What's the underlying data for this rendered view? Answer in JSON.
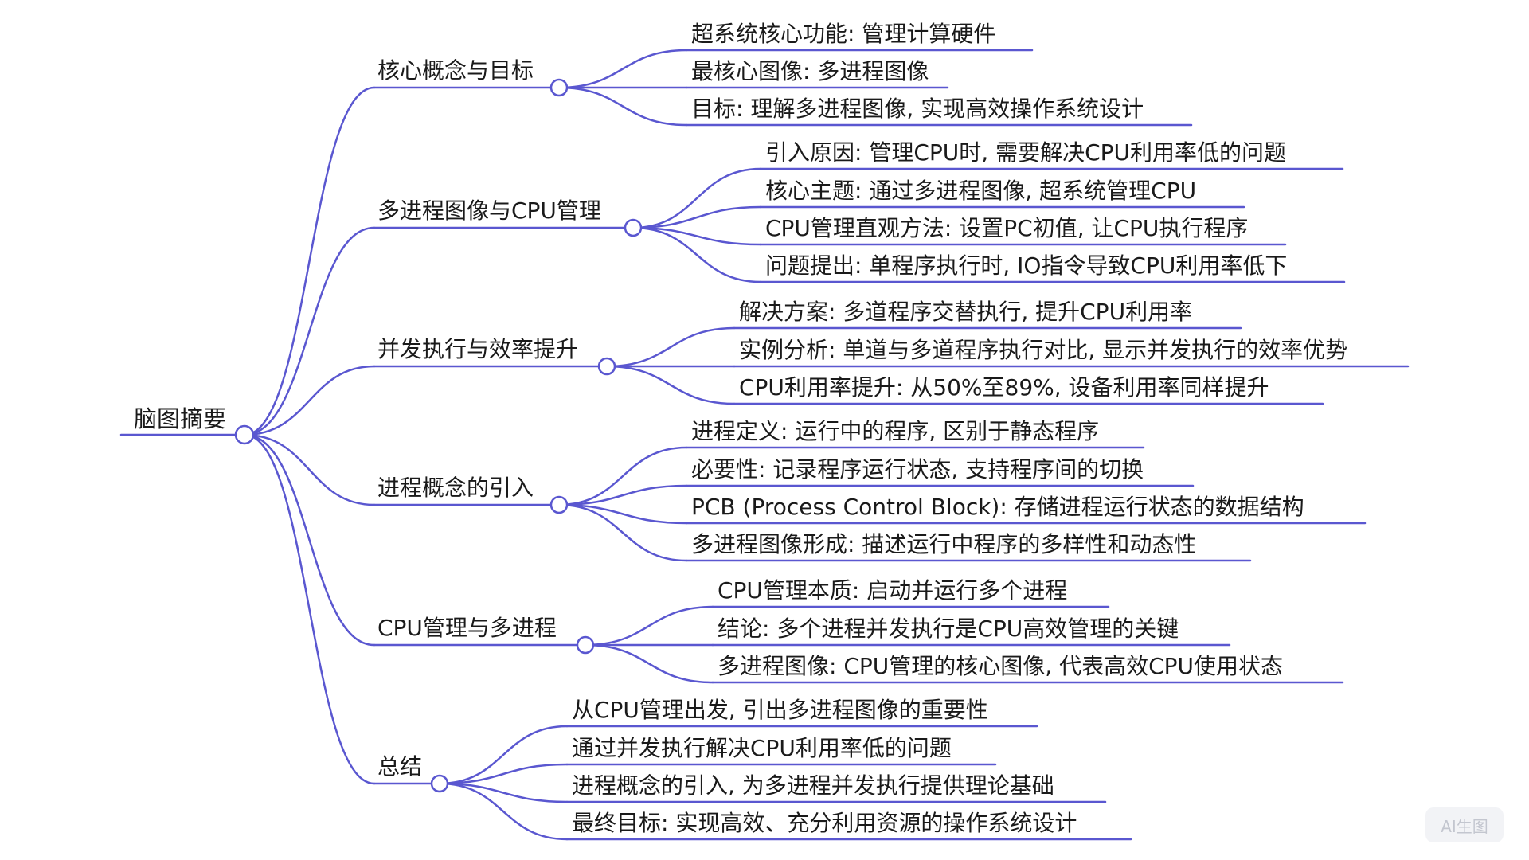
{
  "style": {
    "line_color": "#5a57d0",
    "text_color": "#1a1a1a",
    "background": "#ffffff"
  },
  "root": {
    "label": "脑图摘要"
  },
  "branches": [
    {
      "label": "核心概念与目标",
      "children": [
        "超系统核心功能: 管理计算硬件",
        "最核心图像: 多进程图像",
        "目标: 理解多进程图像, 实现高效操作系统设计"
      ]
    },
    {
      "label": "多进程图像与CPU管理",
      "children": [
        "引入原因: 管理CPU时, 需要解决CPU利用率低的问题",
        "核心主题: 通过多进程图像, 超系统管理CPU",
        "CPU管理直观方法: 设置PC初值, 让CPU执行程序",
        "问题提出: 单程序执行时, IO指令导致CPU利用率低下"
      ]
    },
    {
      "label": "并发执行与效率提升",
      "children": [
        "解决方案: 多道程序交替执行, 提升CPU利用率",
        "实例分析: 单道与多道程序执行对比, 显示并发执行的效率优势",
        "CPU利用率提升: 从50%至89%, 设备利用率同样提升"
      ]
    },
    {
      "label": "进程概念的引入",
      "children": [
        "进程定义: 运行中的程序, 区别于静态程序",
        "必要性: 记录程序运行状态, 支持程序间的切换",
        "PCB (Process Control Block): 存储进程运行状态的数据结构",
        "多进程图像形成: 描述运行中程序的多样性和动态性"
      ]
    },
    {
      "label": "CPU管理与多进程",
      "children": [
        "CPU管理本质: 启动并运行多个进程",
        "结论: 多个进程并发执行是CPU高效管理的关键",
        "多进程图像: CPU管理的核心图像, 代表高效CPU使用状态"
      ]
    },
    {
      "label": "总结",
      "children": [
        "从CPU管理出发, 引出多进程图像的重要性",
        "通过并发执行解决CPU利用率低的问题",
        "进程概念的引入, 为多进程并发执行提供理论基础",
        "最终目标: 实现高效、充分利用资源的操作系统设计"
      ]
    }
  ],
  "watermark": "AI生图"
}
